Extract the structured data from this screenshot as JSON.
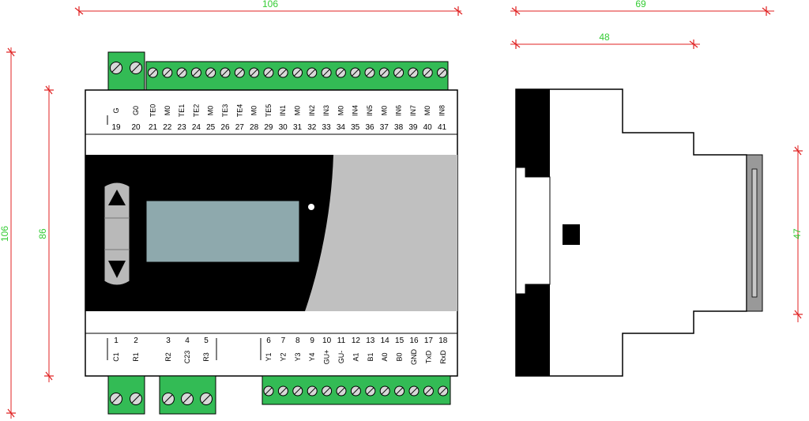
{
  "colors": {
    "terminal_green": "#33bb55",
    "dimension_red": "#e02020",
    "dimension_text": "#33cc33",
    "housing": "#ffffff",
    "panel_black": "#000000",
    "panel_grey": "#c0c0c0",
    "lcd": "#8ea9ad",
    "button_grey": "#b9b9b9",
    "side_grey": "#999999"
  },
  "dimensions": {
    "front_width": "106",
    "front_height_outer": "106",
    "front_height_inner": "86",
    "side_depth_total": "69",
    "side_depth_front": "48",
    "side_height_front": "47"
  },
  "top_terminals": {
    "labels": [
      "G",
      "G0",
      "TE0",
      "M0",
      "TE1",
      "TE2",
      "M0",
      "TE3",
      "TE4",
      "M0",
      "TE5",
      "IN1",
      "M0",
      "IN2",
      "IN3",
      "M0",
      "IN4",
      "IN5",
      "M0",
      "IN6",
      "IN7",
      "M0",
      "IN8"
    ],
    "numbers": [
      "19",
      "20",
      "21",
      "22",
      "23",
      "24",
      "25",
      "26",
      "27",
      "28",
      "29",
      "30",
      "31",
      "32",
      "33",
      "34",
      "35",
      "36",
      "37",
      "38",
      "39",
      "40",
      "41"
    ]
  },
  "bottom_terminals": {
    "labels": [
      "C1",
      "R1",
      "R2",
      "C23",
      "R3",
      "Y1",
      "Y2",
      "Y3",
      "Y4",
      "GU+",
      "GU-",
      "A1",
      "B1",
      "A0",
      "B0",
      "GND",
      "TxD",
      "RxD"
    ],
    "numbers": [
      "1",
      "2",
      "3",
      "4",
      "5",
      "6",
      "7",
      "8",
      "9",
      "10",
      "11",
      "12",
      "13",
      "14",
      "15",
      "16",
      "17",
      "18"
    ]
  },
  "buttons": {
    "up": "up-arrow-icon",
    "down": "down-arrow-icon"
  }
}
